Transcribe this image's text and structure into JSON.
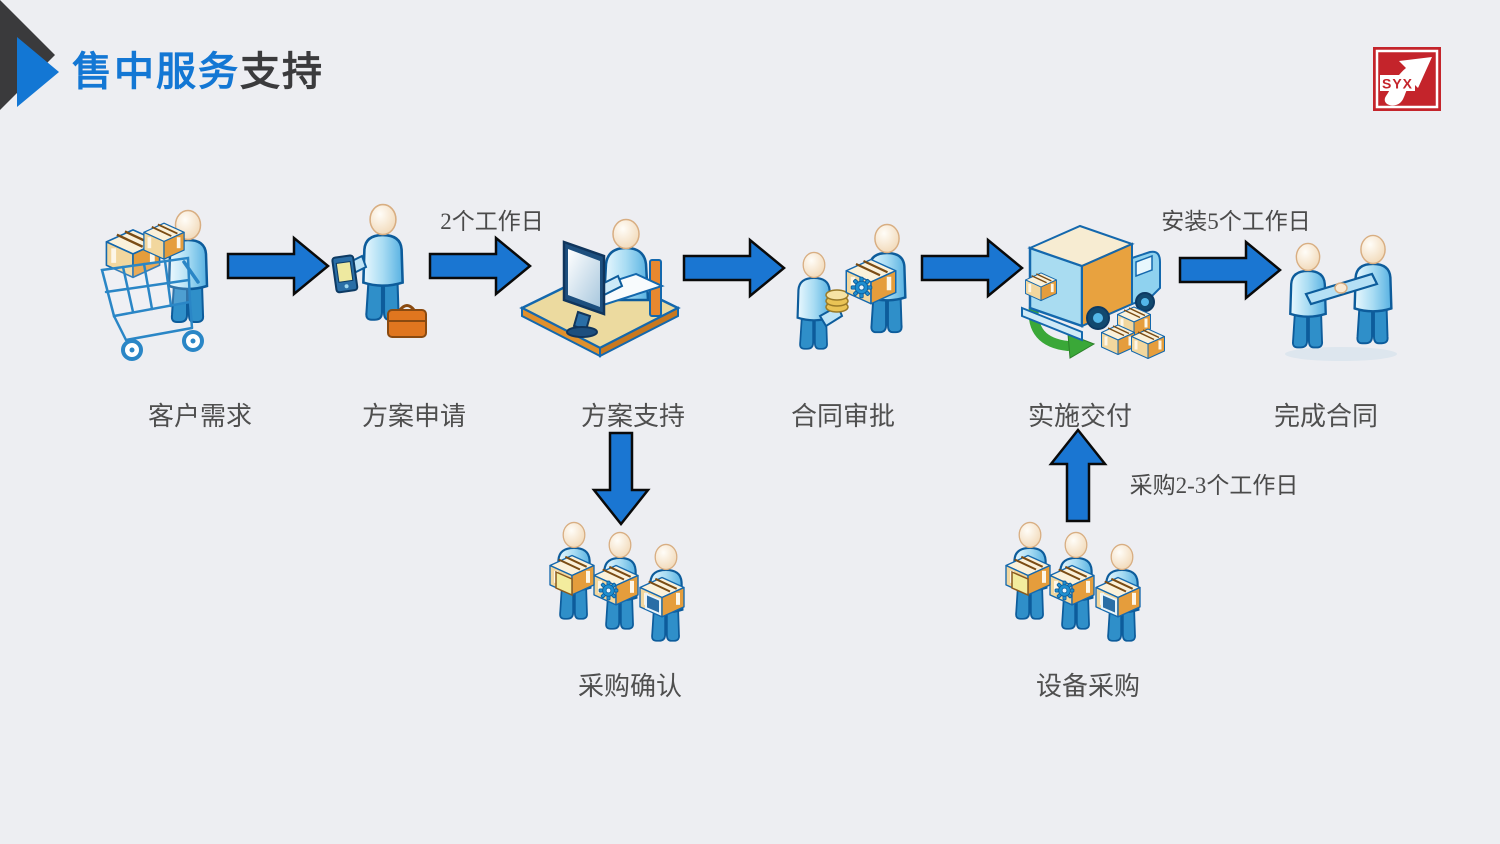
{
  "slide": {
    "background_color": "#edeef2",
    "title": {
      "primary": "售中服务",
      "secondary": "支持",
      "primary_color": "#1377d4",
      "secondary_color": "#3b3b3d"
    },
    "logo": {
      "text": "SYX",
      "color": "#c4242b"
    }
  },
  "flow": {
    "arrow_color": "#1a76d2",
    "steps": [
      {
        "id": "customer-demand",
        "label": "客户需求",
        "icon": "shopping-cart-person-icon"
      },
      {
        "id": "solution-request",
        "label": "方案申请",
        "icon": "person-with-pda-icon"
      },
      {
        "id": "solution-support",
        "label": "方案支持",
        "icon": "person-at-computer-icon"
      },
      {
        "id": "contract-approval",
        "label": "合同审批",
        "icon": "people-contract-icon"
      },
      {
        "id": "implementation-delivery",
        "label": "实施交付",
        "icon": "delivery-truck-icon"
      },
      {
        "id": "contract-complete",
        "label": "完成合同",
        "icon": "handshake-icon"
      }
    ],
    "annotations": {
      "request_duration": "2个工作日",
      "install_duration": "安装5个工作日",
      "procurement_duration": "采购2-3个工作日"
    },
    "branches": [
      {
        "id": "purchase-confirm",
        "label": "采购确认",
        "icon": "team-with-boxes-icon"
      },
      {
        "id": "equipment-purchase",
        "label": "设备采购",
        "icon": "team-with-boxes-icon"
      }
    ]
  }
}
